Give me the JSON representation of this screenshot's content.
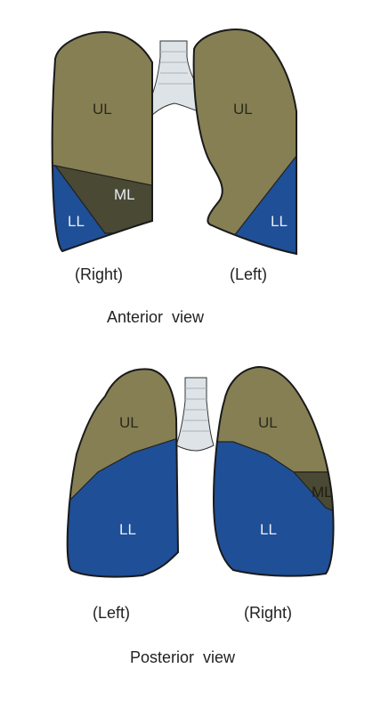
{
  "colors": {
    "upper_lobe": "#857f53",
    "middle_lobe": "#4a4934",
    "lower_lobe": "#1f4f97",
    "trachea": "#dde3e7",
    "lobe_label_dark": "#2b2a1d",
    "lobe_label_light": "#e9edf4"
  },
  "anterior": {
    "left_lung_label_side": "(Right)",
    "right_lung_label_side": "(Left)",
    "caption": "Anterior  view",
    "lobes": {
      "right_ul": "UL",
      "right_ml": "ML",
      "right_ll": "LL",
      "left_ul": "UL",
      "left_ll": "LL"
    }
  },
  "posterior": {
    "left_lung_label_side": "(Left)",
    "right_lung_label_side": "(Right)",
    "caption": "Posterior  view",
    "lobes": {
      "left_ul": "UL",
      "left_ll": "LL",
      "right_ul": "UL",
      "right_ml": "ML",
      "right_ll": "LL"
    }
  }
}
